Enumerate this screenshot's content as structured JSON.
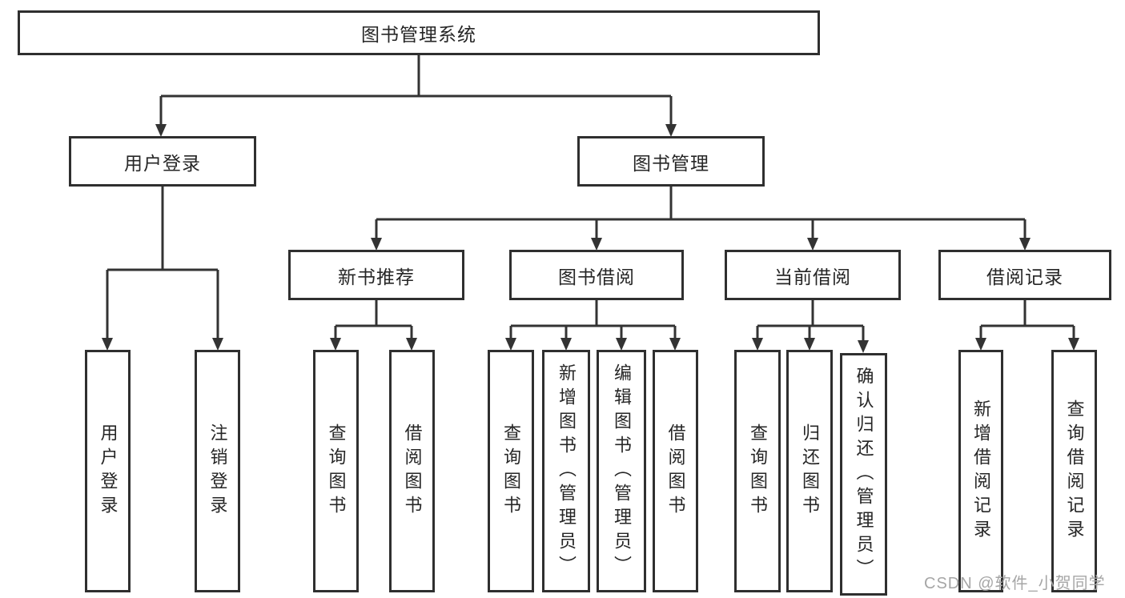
{
  "diagram_type": "hierarchy-tree",
  "colors": {
    "line": "#333333",
    "box_border": "#2f2f2f",
    "box_fill": "#ffffff",
    "text": "#262626",
    "watermark": "#a6a6a6"
  },
  "tree": {
    "label": "图书管理系统",
    "children": [
      {
        "label": "用户登录",
        "children": [
          {
            "label": "用户登录"
          },
          {
            "label": "注销登录"
          }
        ]
      },
      {
        "label": "图书管理",
        "children": [
          {
            "label": "新书推荐",
            "children": [
              {
                "label": "查询图书"
              },
              {
                "label": "借阅图书"
              }
            ]
          },
          {
            "label": "图书借阅",
            "children": [
              {
                "label": "查询图书"
              },
              {
                "label": "新增图书（管理员）"
              },
              {
                "label": "编辑图书（管理员）"
              },
              {
                "label": "借阅图书"
              }
            ]
          },
          {
            "label": "当前借阅",
            "children": [
              {
                "label": "查询图书"
              },
              {
                "label": "归还图书"
              },
              {
                "label": "确认归还（管理员）"
              }
            ]
          },
          {
            "label": "借阅记录",
            "children": [
              {
                "label": "新增借阅记录"
              },
              {
                "label": "查询借阅记录"
              }
            ]
          }
        ]
      }
    ]
  },
  "watermark": {
    "text": "CSDN @软件_小贺同学"
  }
}
